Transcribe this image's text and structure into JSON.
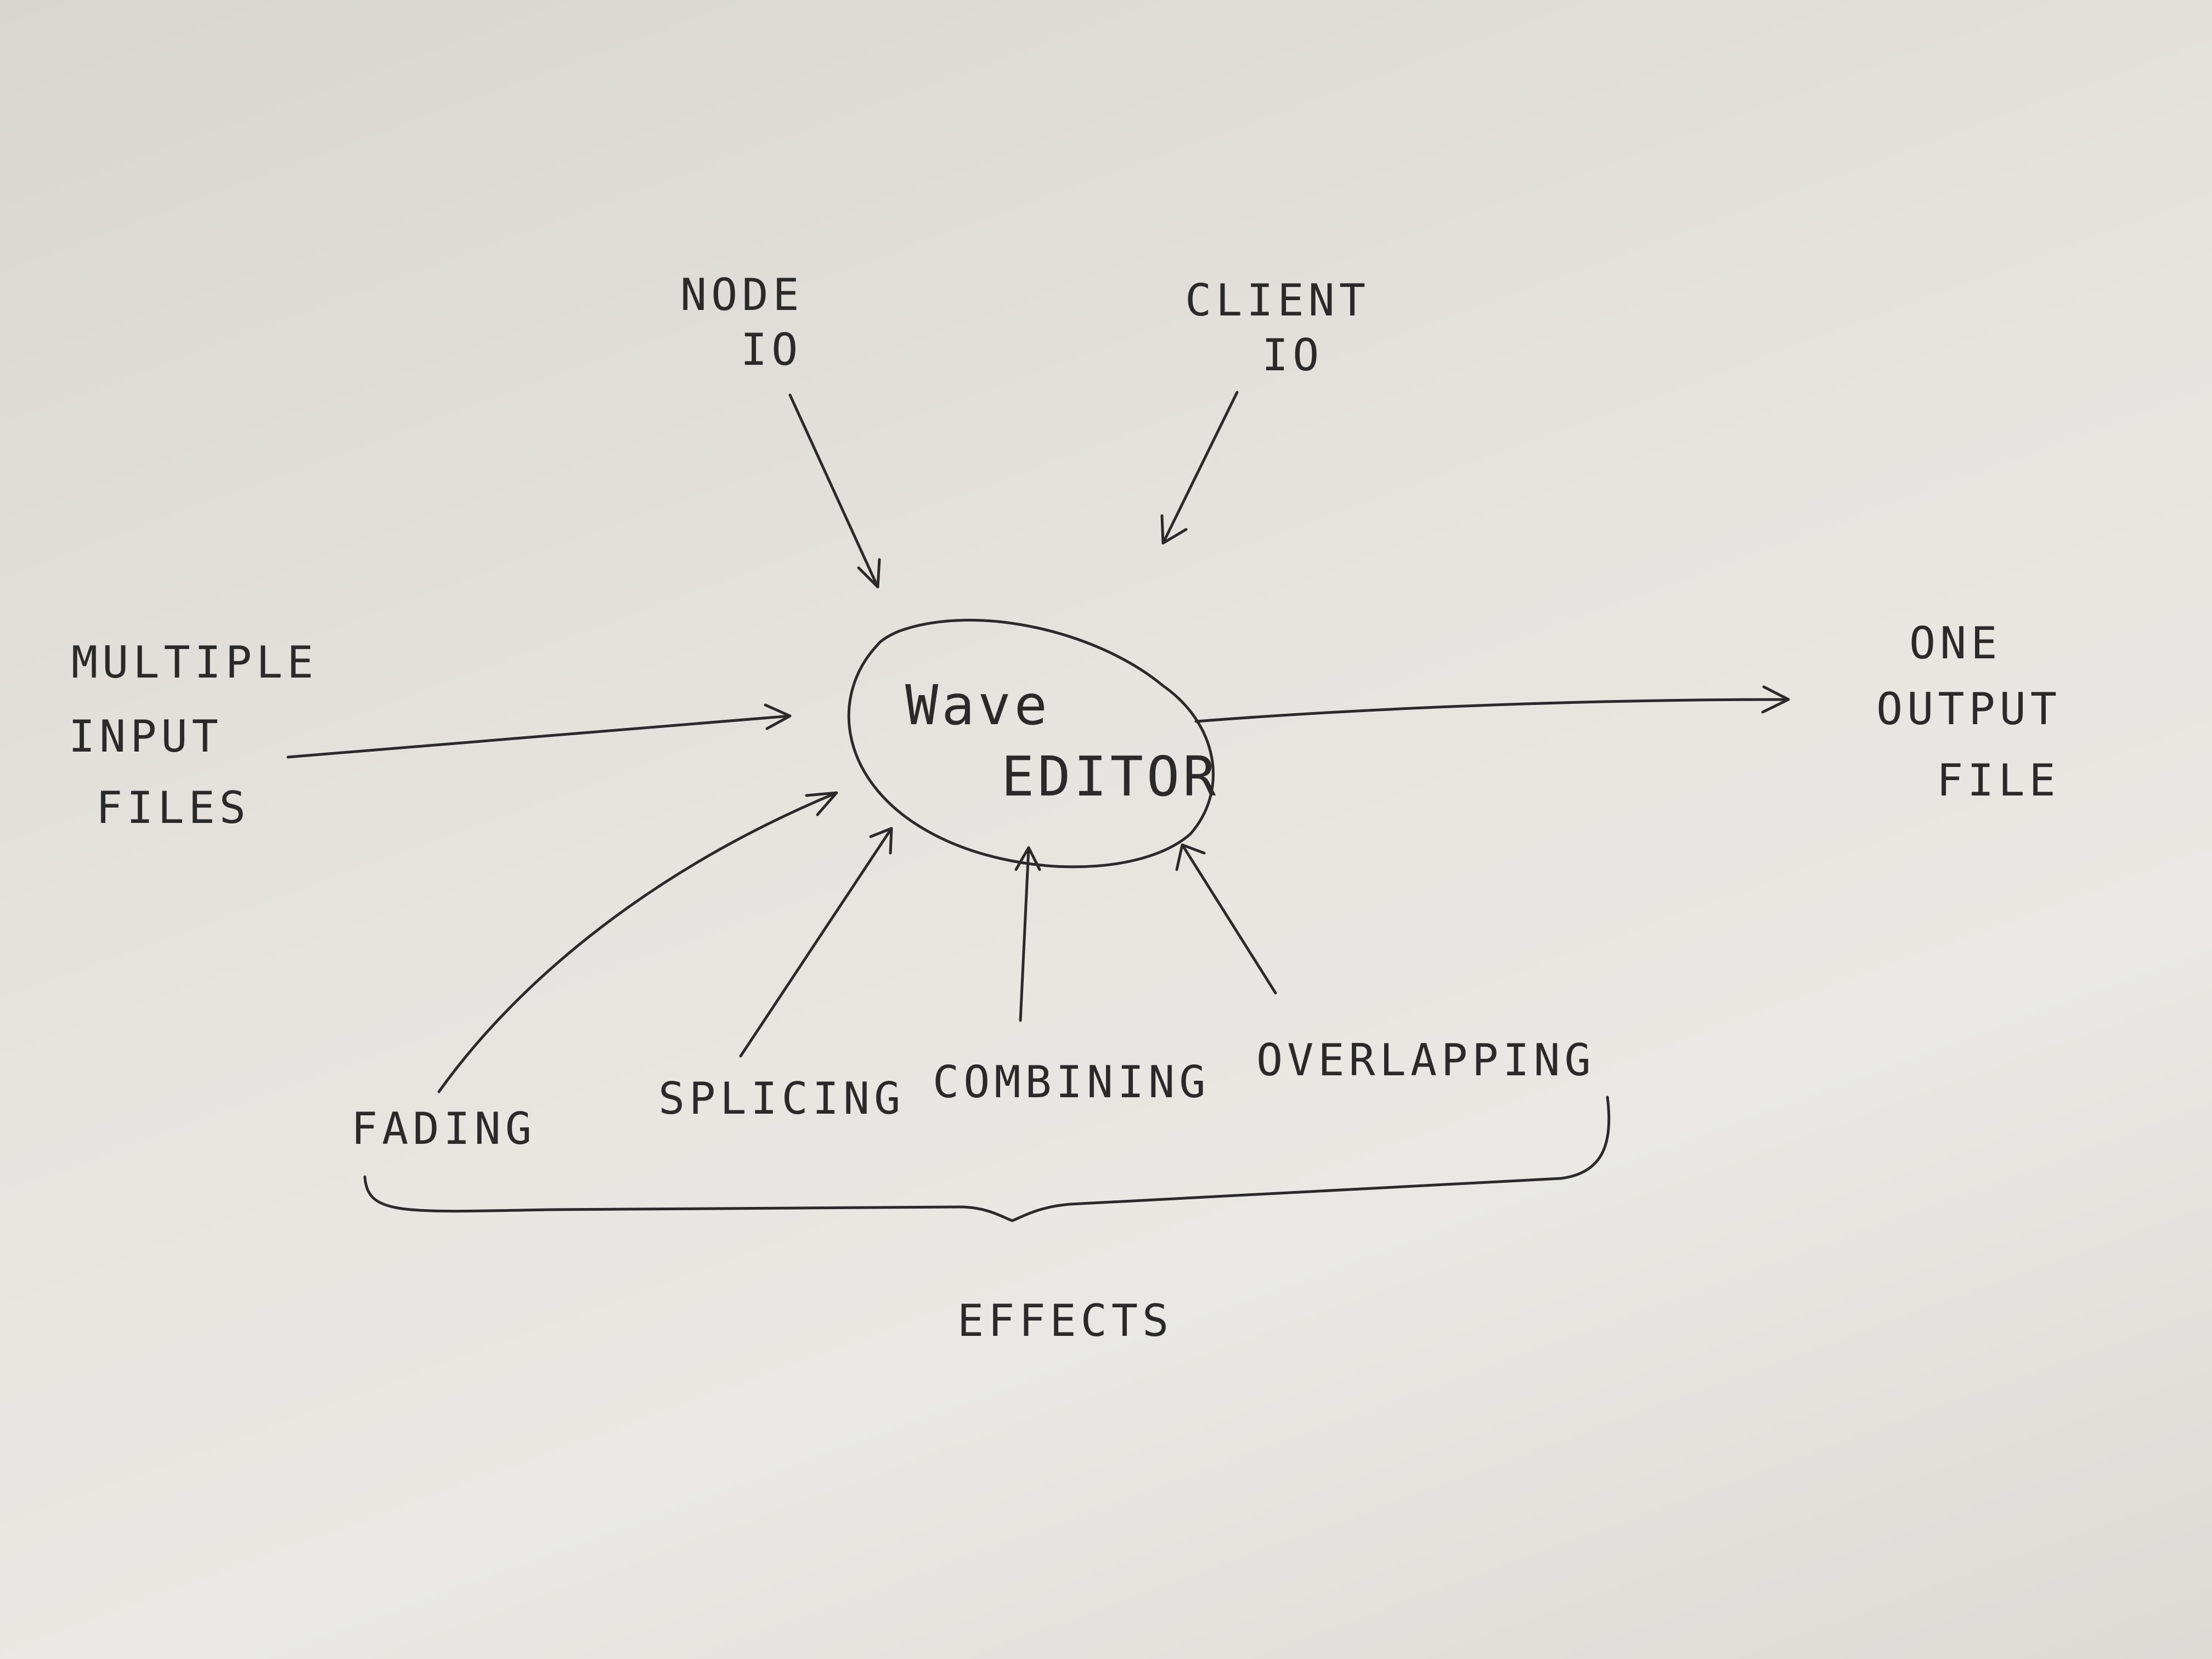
{
  "diagram": {
    "center": {
      "line1": "Wave",
      "line2": "EDITOR"
    },
    "inputs_top": {
      "node_io": {
        "line1": "NODE",
        "line2": "IO"
      },
      "client_io": {
        "line1": "CLIENT",
        "line2": "IO"
      }
    },
    "input_left": {
      "line1": "MULTIPLE",
      "line2": "INPUT",
      "line3": "FILES"
    },
    "output_right": {
      "line1": "ONE",
      "line2": "OUTPUT",
      "line3": "FILE"
    },
    "effects": {
      "group_label": "EFFECTS",
      "items": [
        "FADING",
        "SPLICING",
        "COMBINING",
        "OVERLAPPING"
      ]
    },
    "colors": {
      "paper": "#e6e4df",
      "ink": "#2a2a2a"
    }
  }
}
